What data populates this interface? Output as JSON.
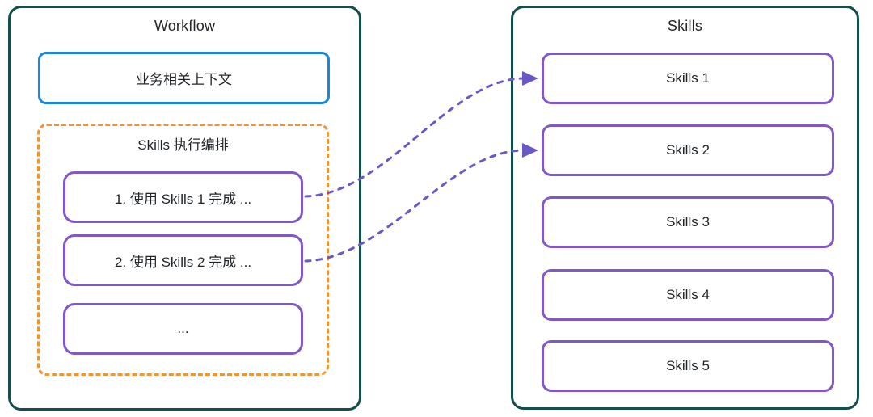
{
  "workflow": {
    "title": "Workflow",
    "context_box": {
      "label": "业务相关上下文"
    },
    "orchestration": {
      "title": "Skills 执行编排",
      "steps": [
        {
          "label": "1. 使用 Skills 1 完成 ..."
        },
        {
          "label": "2. 使用 Skills 2 完成 ..."
        },
        {
          "label": "..."
        }
      ]
    }
  },
  "skills": {
    "title": "Skills",
    "items": [
      {
        "label": "Skills 1"
      },
      {
        "label": "Skills 2"
      },
      {
        "label": "Skills 3"
      },
      {
        "label": "Skills 4"
      },
      {
        "label": "Skills 5"
      }
    ]
  },
  "connections": [
    {
      "from": "1. 使用 Skills 1 完成 ...",
      "to": "Skills 1",
      "style": "dashed-curve-arrow"
    },
    {
      "from": "2. 使用 Skills 2 完成 ...",
      "to": "Skills 2",
      "style": "dashed-curve-arrow"
    }
  ],
  "colors": {
    "container_border": "#134f4c",
    "context_border": "#1b86da",
    "orchestration_border": "#ee9637",
    "step_border": "#8257c7",
    "skill_border": "#8257c7",
    "arrow": "#6a58c6",
    "text": "#212529",
    "background": "#ffffff"
  }
}
